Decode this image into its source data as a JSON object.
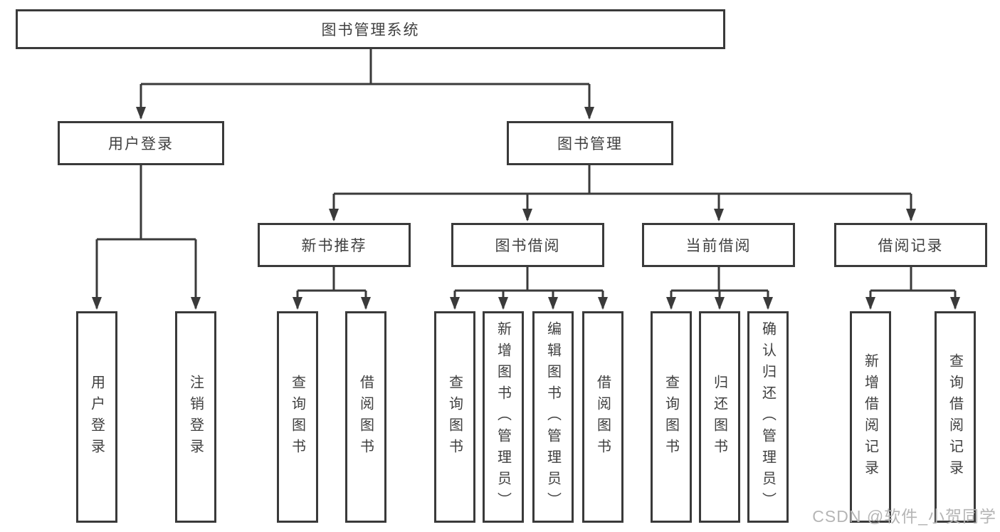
{
  "diagram": {
    "tree": {
      "label": "图书管理系统",
      "children": [
        {
          "label": "用户登录",
          "children": [
            {
              "label": "用户登录"
            },
            {
              "label": "注销登录"
            }
          ]
        },
        {
          "label": "图书管理",
          "children": [
            {
              "label": "新书推荐",
              "children": [
                {
                  "label": "查询图书"
                },
                {
                  "label": "借阅图书"
                }
              ]
            },
            {
              "label": "图书借阅",
              "children": [
                {
                  "label": "查询图书"
                },
                {
                  "label": "新增图书（管理员）"
                },
                {
                  "label": "编辑图书（管理员）"
                },
                {
                  "label": "借阅图书"
                }
              ]
            },
            {
              "label": "当前借阅",
              "children": [
                {
                  "label": "查询图书"
                },
                {
                  "label": "归还图书"
                },
                {
                  "label": "确认归还（管理员）"
                }
              ]
            },
            {
              "label": "借阅记录",
              "children": [
                {
                  "label": "新增借阅记录"
                },
                {
                  "label": "查询借阅记录"
                }
              ]
            }
          ]
        }
      ]
    },
    "watermark": "CSDN @软件_小贺同学",
    "colors": {
      "line": "#3a3a3a",
      "node_border": "#3a3a3a",
      "node_text": "#404040",
      "background": "#ffffff",
      "watermark": "#b5b5b5"
    }
  }
}
